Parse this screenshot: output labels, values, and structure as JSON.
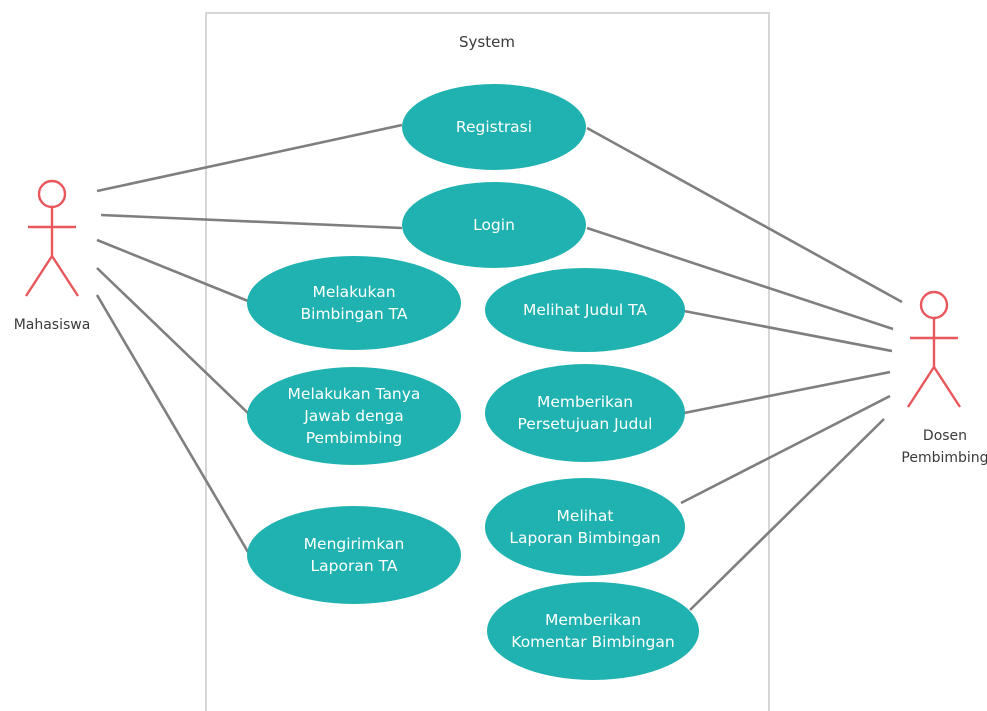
{
  "system": {
    "title": "System"
  },
  "actors": [
    {
      "id": "mahasiswa",
      "name": "Mahasiswa"
    },
    {
      "id": "dosen",
      "name": "Dosen Pembimbing"
    }
  ],
  "use_cases": [
    {
      "id": "registrasi",
      "label": "Registrasi"
    },
    {
      "id": "login",
      "label": "Login"
    },
    {
      "id": "bimbingan",
      "label": "Melakukan Bimbingan TA"
    },
    {
      "id": "tanya_jawab",
      "label": "Melakukan Tanya Jawab denga Pembimbing"
    },
    {
      "id": "kirim_laporan",
      "label": "Mengirimkan Laporan TA"
    },
    {
      "id": "lihat_judul",
      "label": "Melihat Judul TA"
    },
    {
      "id": "persetujuan",
      "label": "Memberikan Persetujuan Judul"
    },
    {
      "id": "lihat_laporan",
      "label": "Melihat Laporan Bimbingan"
    },
    {
      "id": "komentar",
      "label": "Memberikan Komentar Bimbingan"
    }
  ],
  "associations": [
    {
      "actor": "mahasiswa",
      "use_case": "registrasi"
    },
    {
      "actor": "mahasiswa",
      "use_case": "login"
    },
    {
      "actor": "mahasiswa",
      "use_case": "bimbingan"
    },
    {
      "actor": "mahasiswa",
      "use_case": "tanya_jawab"
    },
    {
      "actor": "mahasiswa",
      "use_case": "kirim_laporan"
    },
    {
      "actor": "dosen",
      "use_case": "registrasi"
    },
    {
      "actor": "dosen",
      "use_case": "login"
    },
    {
      "actor": "dosen",
      "use_case": "lihat_judul"
    },
    {
      "actor": "dosen",
      "use_case": "persetujuan"
    },
    {
      "actor": "dosen",
      "use_case": "lihat_laporan"
    },
    {
      "actor": "dosen",
      "use_case": "komentar"
    }
  ],
  "colors": {
    "use_case_fill": "#20b2b0",
    "use_case_text": "#ffffff",
    "actor_stroke": "#e8575c",
    "line": "#7f7f7f",
    "boundary": "#d6d6d6",
    "text": "#3a3a3a"
  }
}
